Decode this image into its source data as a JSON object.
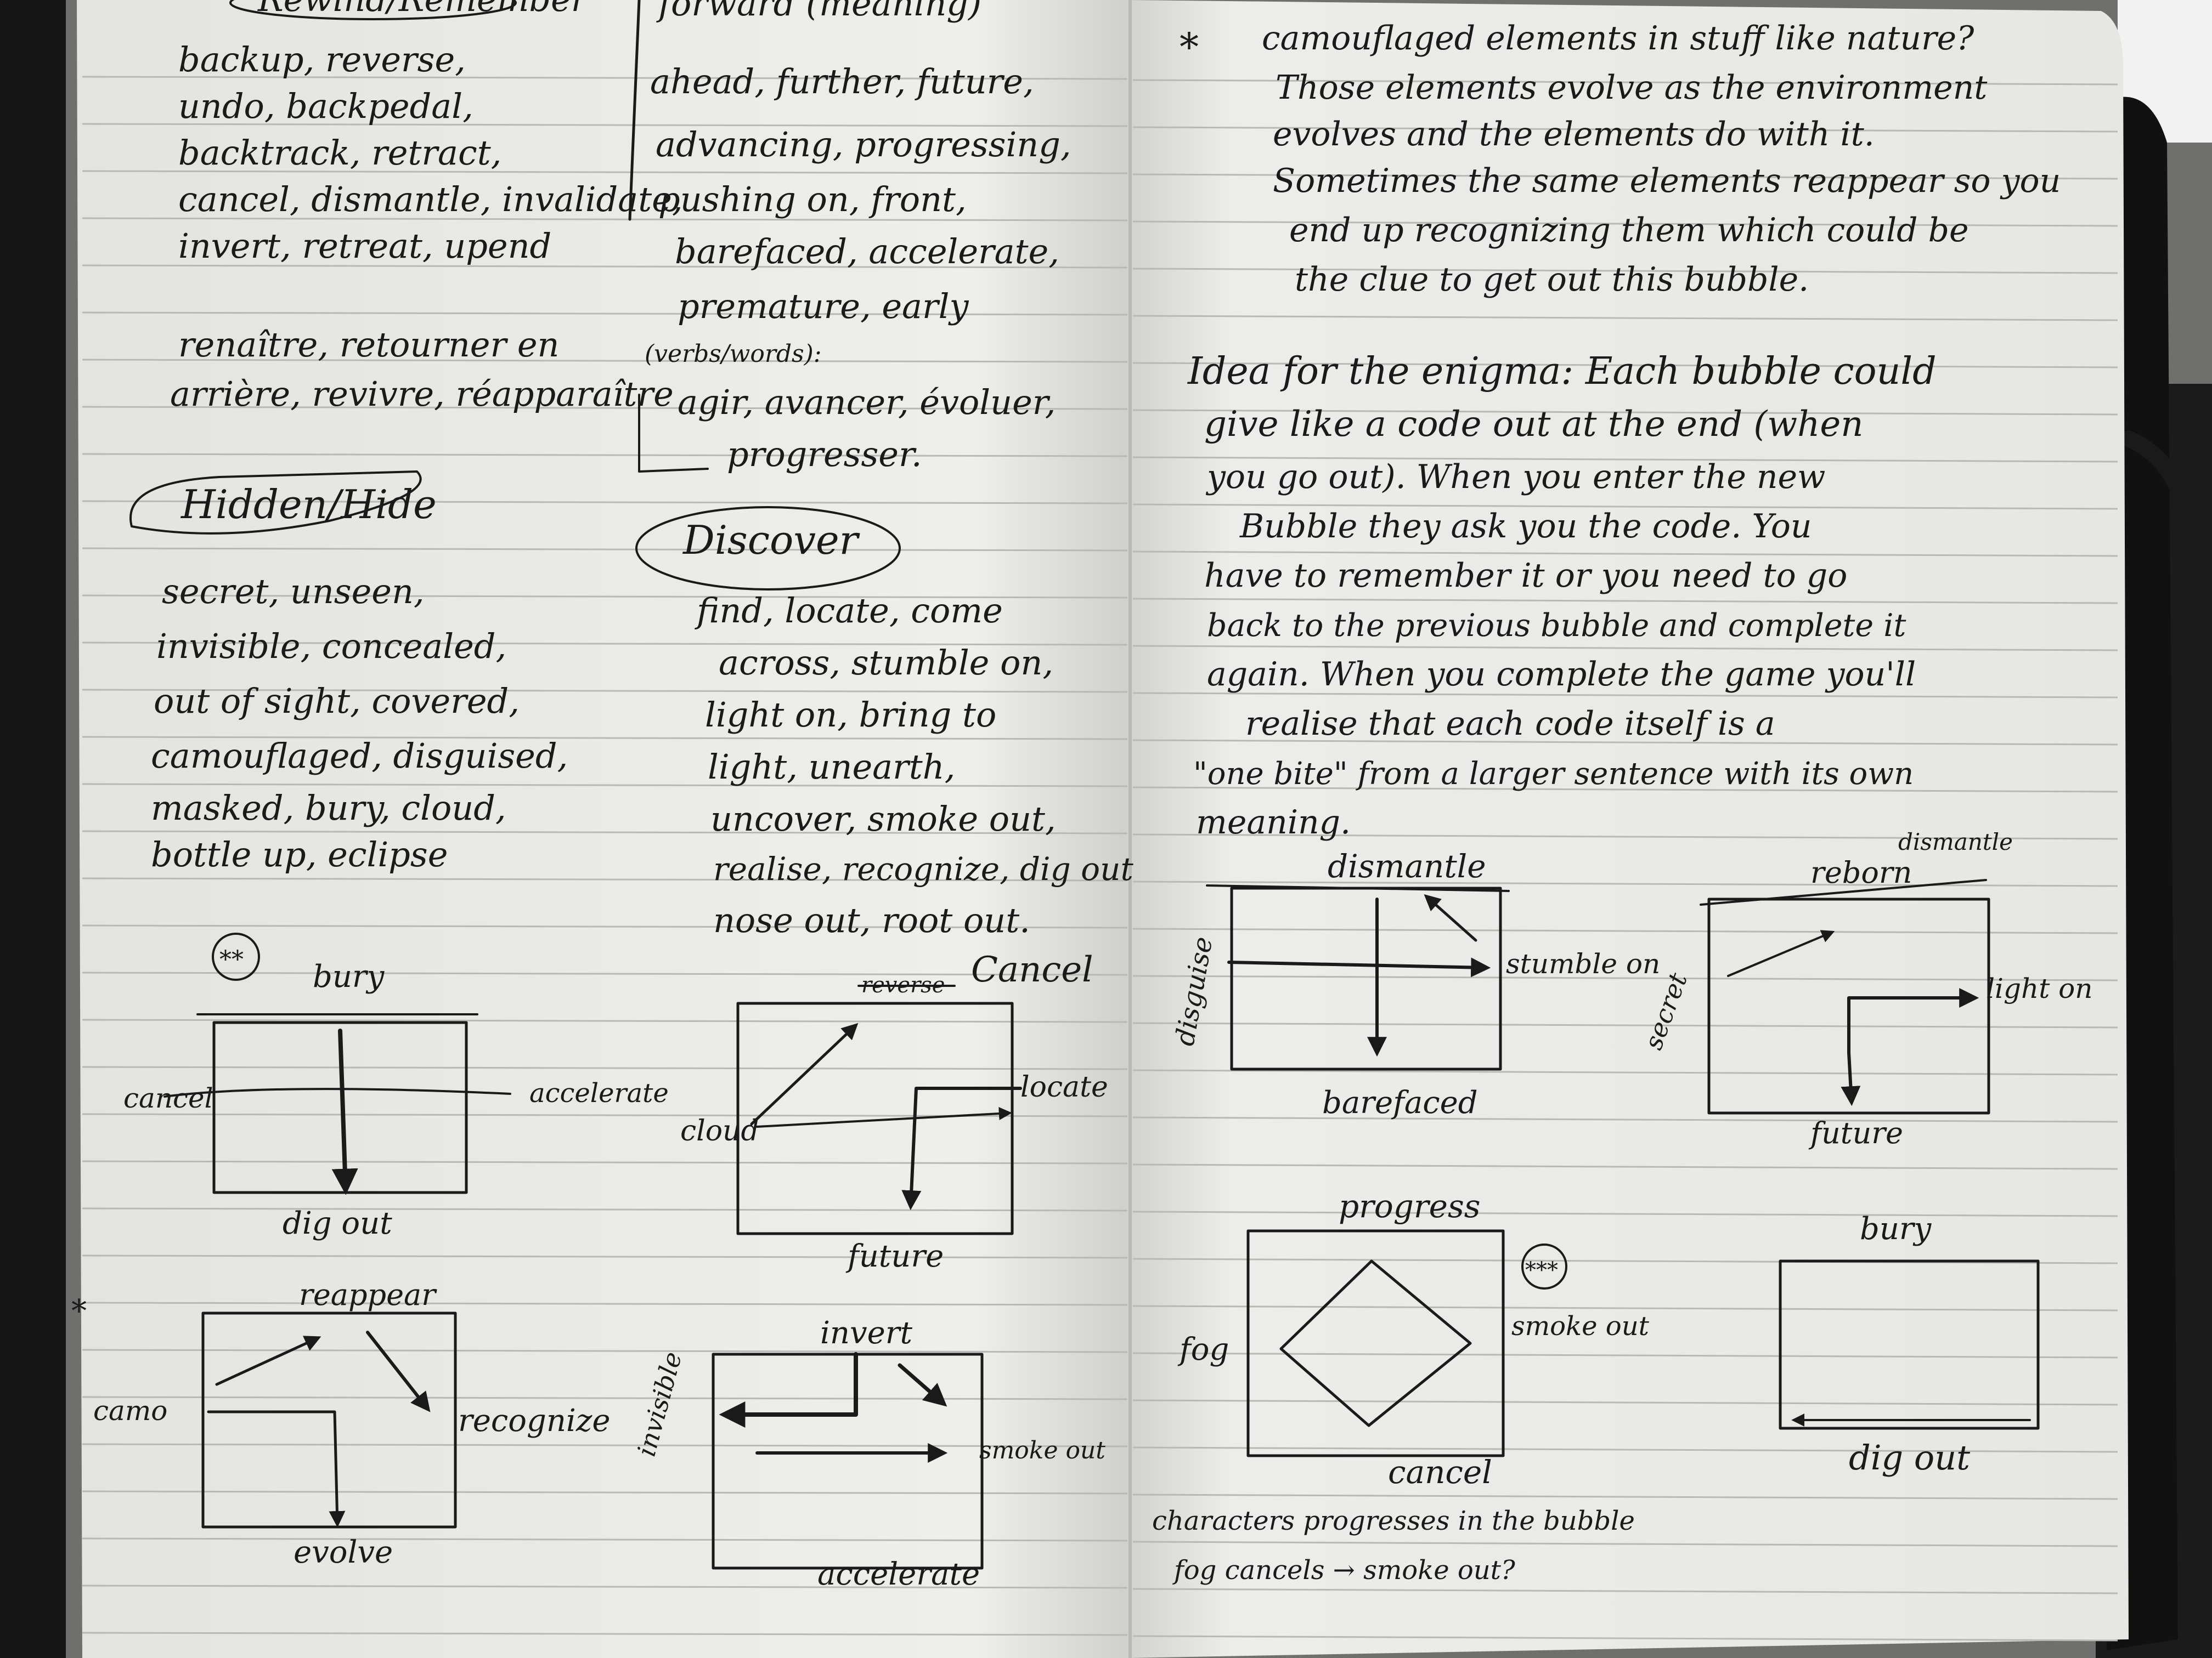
{
  "left_page": {
    "heading_top_left": "Rewind/Remember",
    "heading_top_right": "forward (meaning)",
    "rewind_lines": [
      "backup, reverse,",
      "undo, backpedal,",
      "backtrack, retract,",
      "cancel, dismantle, invalidate,",
      "invert, retreat, upend"
    ],
    "rewind_french_lines": [
      "renaître, retourner en",
      "arrière, revivre, réapparaître"
    ],
    "forward_lines": [
      "ahead, further, future,",
      "advancing, progressing,",
      "pushing on, front,",
      "barefaced, accelerate,",
      "premature, early"
    ],
    "forward_french_lines": [
      "(verbs/words):",
      "agir, avancer, évoluer,",
      "progresser."
    ],
    "hidden_heading": "Hidden/Hide",
    "hidden_lines": [
      "secret, unseen,",
      "invisible, concealed,",
      "out of sight, covered,",
      "camouflaged, disguised,",
      "masked, bury, cloud,",
      "bottle up, eclipse"
    ],
    "discover_heading": "Discover",
    "discover_lines": [
      "find, locate, come",
      "across, stumble on,",
      "light on, bring to",
      "light, unearth,",
      "uncover, smoke out,",
      "realise, recognize, dig out",
      "nose out, root out."
    ],
    "sketch1": {
      "mark": "**",
      "top": "bury",
      "left": "cancel",
      "right": "accelerate",
      "bottom": "dig out"
    },
    "sketch2": {
      "top_struck": "reverse",
      "top": "Cancel",
      "left": "cloud",
      "right": "locate",
      "bottom": "future"
    },
    "sketch3": {
      "mark": "*",
      "top": "reappear",
      "left": "camo",
      "right": "recognize",
      "bottom": "evolve"
    },
    "sketch4": {
      "top": "invert",
      "left": "invisible",
      "right": "smoke out",
      "bottom": "accelerate"
    }
  },
  "right_page": {
    "note_mark": "*",
    "note_lines": [
      "camouflaged elements in stuff like nature?",
      "Those elements evolve as the environment",
      "evolves and the elements do with it.",
      "Sometimes the same elements reappear so you",
      "end up recognizing them which could be",
      "the clue to get out this bubble."
    ],
    "idea_lines": [
      "Idea for the enigma: Each bubble could",
      "give like a code out at the end (when",
      "you go out). When you enter the new",
      "Bubble they ask you the code. You",
      "have to remember it or you need to go",
      "back to the previous bubble and complete it",
      "again. When you complete the game you'll",
      "realise that each code itself is a",
      "\"one bite\" from a larger sentence with its own",
      "meaning."
    ],
    "sketch5": {
      "top": "dismantle",
      "left": "disguise",
      "right": "stumble on",
      "bottom": "barefaced"
    },
    "sketch6": {
      "top": "reborn",
      "top_extra": "dismantle",
      "left": "secret",
      "right": "light on",
      "bottom": "future"
    },
    "sketch7": {
      "mark": "***",
      "top": "progress",
      "left": "fog",
      "right": "smoke out",
      "bottom": "cancel"
    },
    "sketch8": {
      "top": "bury",
      "bottom": "dig out"
    },
    "footer_lines": [
      "characters progresses in the bubble",
      "fog cancels → smoke out?"
    ]
  }
}
